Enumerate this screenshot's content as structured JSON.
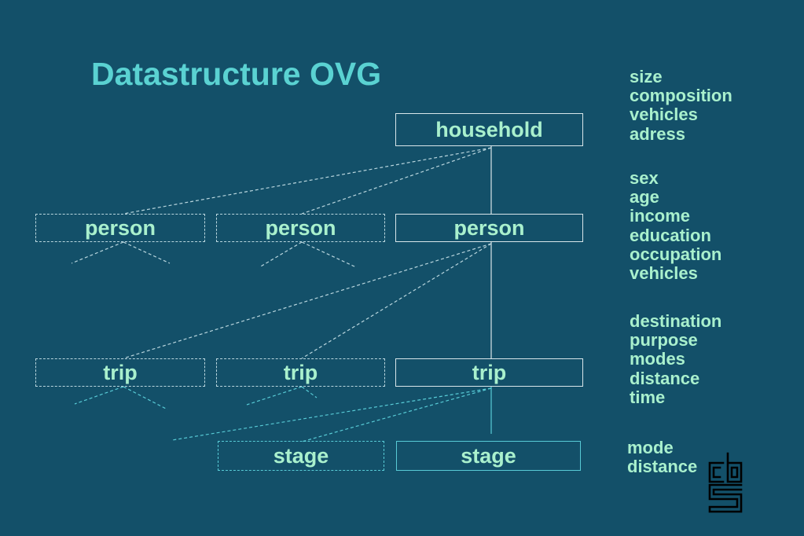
{
  "title": "Datastructure OVG",
  "nodes": {
    "household": "household",
    "person": "person",
    "trip": "trip",
    "stage": "stage"
  },
  "attributes": {
    "household": [
      "size",
      "composition",
      "vehicles",
      "adress"
    ],
    "person": [
      "sex",
      "age",
      "income",
      "education",
      "occupation",
      "vehicles"
    ],
    "trip": [
      "destination",
      "purpose",
      "modes",
      "distance",
      "time"
    ],
    "stage": [
      "mode",
      "distance"
    ]
  },
  "colors": {
    "background": "#135069",
    "title": "#5ad2d2",
    "text": "#a9f0cd",
    "box_border": "#d9e6ea",
    "stage_border": "#58cbd6"
  },
  "logo": "cbs-logo-icon"
}
